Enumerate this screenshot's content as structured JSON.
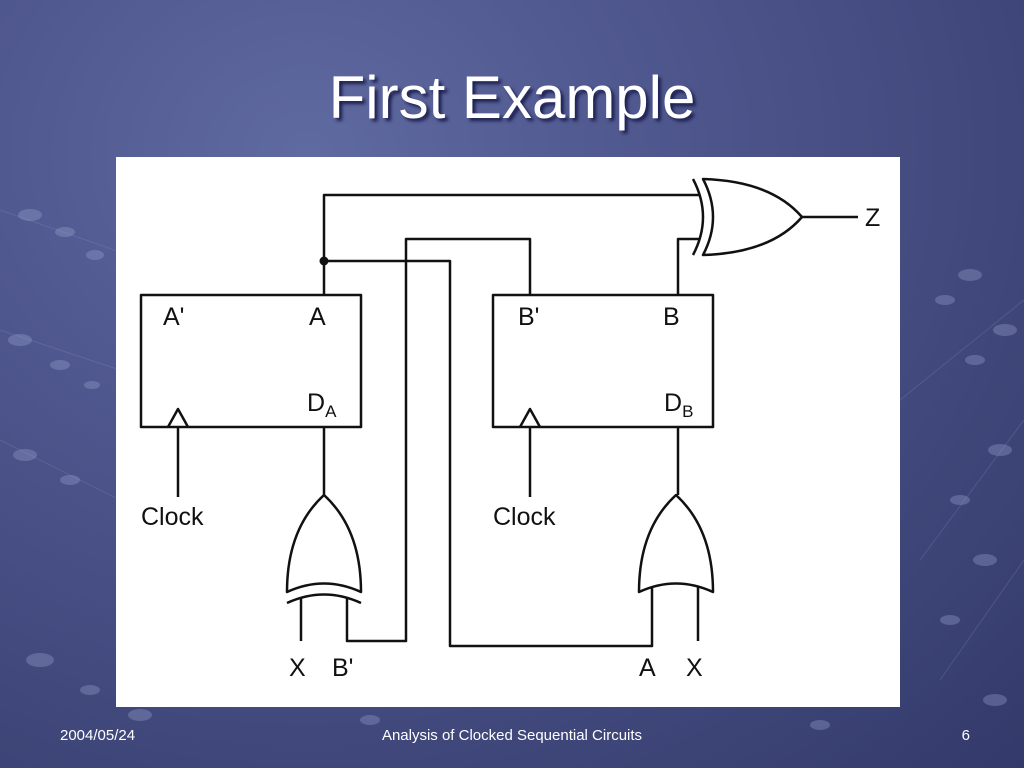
{
  "slide": {
    "title": "First Example"
  },
  "diagram": {
    "flipflop_a": {
      "q_bar": "A'",
      "q": "A",
      "d": "D",
      "d_sub": "A",
      "clock": "Clock"
    },
    "flipflop_b": {
      "q_bar": "B'",
      "q": "B",
      "d": "D",
      "d_sub": "B",
      "clock": "Clock"
    },
    "output": "Z",
    "inputs": {
      "x1": "X",
      "b_prime": "B'",
      "a": "A",
      "x2": "X"
    }
  },
  "footer": {
    "date": "2004/05/24",
    "title": "Analysis of Clocked Sequential Circuits",
    "page": "6"
  }
}
